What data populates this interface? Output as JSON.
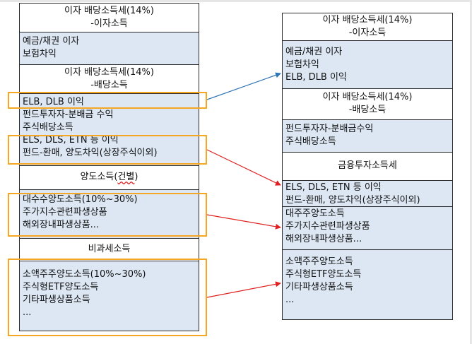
{
  "left": {
    "interest_tax_header": [
      "이자 배당소득세(14%)",
      "-이자소득"
    ],
    "interest_items": [
      "예금/채권 이자",
      "보험차익"
    ],
    "dividend_tax_header": [
      "이자 배당소득세(14%)",
      "-배당소득"
    ],
    "dividend_items": [
      "ELB, DLB 이익",
      "펀드투자자-분배금 수익",
      "주식배당소득",
      "ELS, DLS, ETN 등 이익",
      "펀드-환매, 양도차익(상장주식이외)"
    ],
    "transfer_header_prefix": "양도소득(",
    "transfer_header_word": "건별",
    "transfer_header_suffix": ")",
    "transfer_items": [
      "대수수양도소득(10%~30%)",
      "주가지수관련파생상품",
      "해외장내파생상품..."
    ],
    "nontax_header": "비과세소득",
    "nontax_items": [
      "소액주주양도소득(10%~30%)",
      "주식형ETF양도소득",
      "기타파생상품소득",
      "..."
    ]
  },
  "right": {
    "interest_tax_header": [
      "이자 배당소득세(14%)",
      "-이자소득"
    ],
    "interest_items": [
      "예금/채권 이자",
      "보험차익",
      "ELB, DLB 이익"
    ],
    "dividend_tax_header": [
      "이자 배당소득세(14%)",
      "-배당소득"
    ],
    "dividend_items": [
      "펀드투자자-분배금수익",
      "주식배당소득"
    ],
    "finance_header": "금융투자소득세",
    "finance_items": [
      "ELS, DLS, ETN 등 이익",
      "펀드-환매, 양도차익(상장주식이외)"
    ],
    "major_items": [
      "대주주양도소득",
      "주가지수관련파생상품",
      "해외장내파생상품..."
    ],
    "minor_items": [
      "소액주주양도소득",
      "주식형ETF양도소득",
      "기타파생상품소득",
      "..."
    ]
  },
  "colors": {
    "body_fill": "#dce7f3",
    "highlight": "#f5a623",
    "arrow_blue": "#2e75b6",
    "arrow_red": "#e02020"
  }
}
